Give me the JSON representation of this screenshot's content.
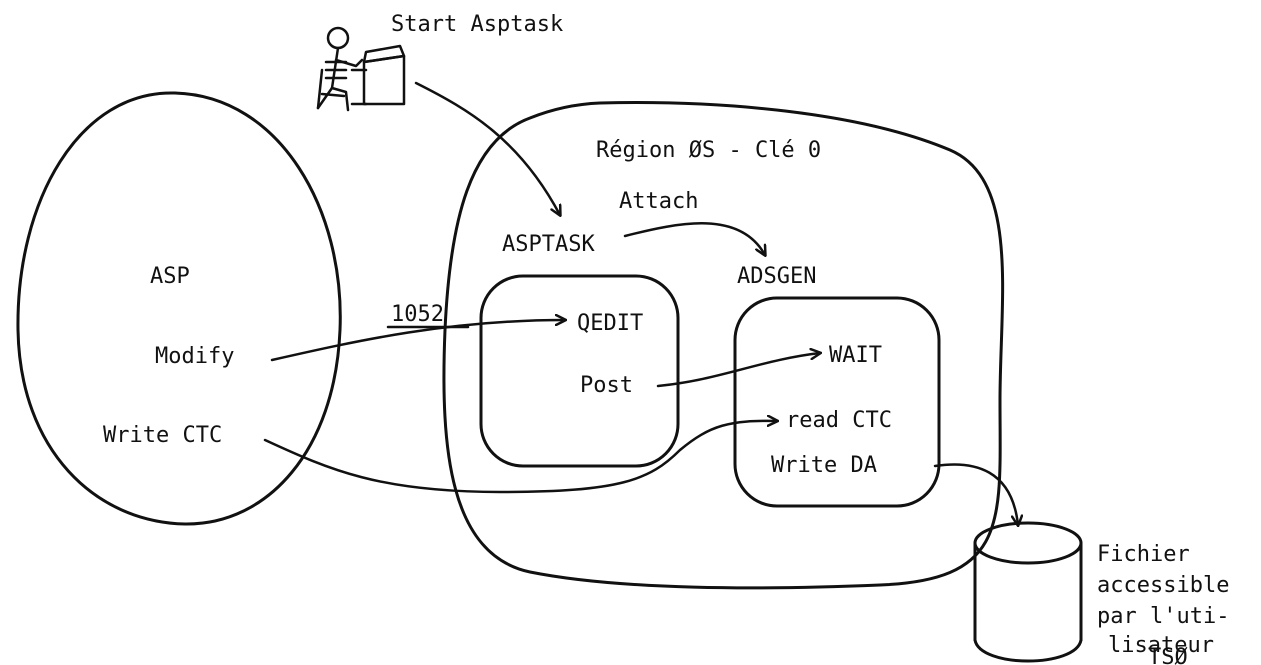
{
  "labels": {
    "start": "Start Asptask",
    "region": "Région ØS - Clé 0",
    "asp": "ASP",
    "modify": "Modify",
    "write_ctc": "Write CTC",
    "asptask": "ASPTASK",
    "attach": "Attach",
    "adsgen": "ADSGEN",
    "num_1052": "1052",
    "qedit": "QEDIT",
    "post": "Post",
    "wait": "WAIT",
    "read_ctc": "read CTC",
    "write_da": "Write DA",
    "file_lines": [
      "Fichier",
      "accessible",
      "par l'uti-",
      "lisateur",
      "TSØ"
    ]
  },
  "icons": [
    "operator-at-terminal-icon",
    "disk-cylinder-icon"
  ],
  "colors": {
    "ink": "#111111",
    "background": "#ffffff"
  }
}
